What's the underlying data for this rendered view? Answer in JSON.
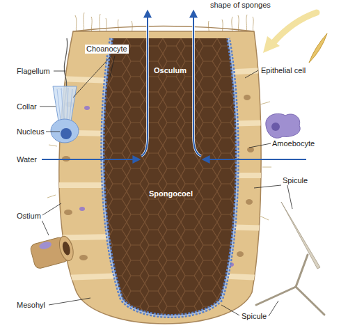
{
  "diagram": {
    "labels": [
      "shape of sponges",
      "Choanocyte",
      "Flagellum",
      "Osculum",
      "Epithelial cell",
      "Collar",
      "Nucleus",
      "Amoebocyte",
      "Water",
      "Spongocoel",
      "Spicule",
      "Ostium",
      "Mesohyl",
      "Spicule"
    ]
  }
}
